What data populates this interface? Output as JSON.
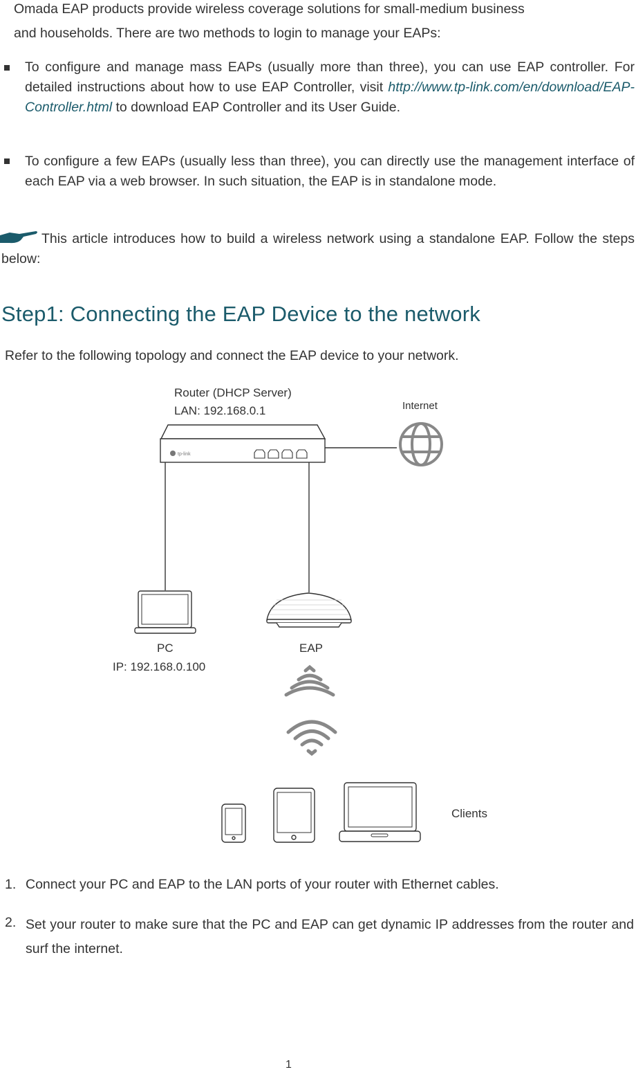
{
  "intro": {
    "line1": "Omada EAP products provide wireless coverage solutions for small-medium business",
    "line2": "and households. There are two methods to login to manage your EAPs:"
  },
  "bullets": [
    {
      "before": "To configure and manage mass EAPs (usually more than three), you can use  EAP controller. For detailed instructions about how to use EAP Controller, visit ",
      "link": "http://www.tp-link.com/en/download/EAP-Controller.html",
      "after": " to download EAP Controller and its User Guide."
    },
    {
      "text": "To configure a few EAPs (usually less than three), you can directly use the management interface of each EAP via a web browser. In such situation, the EAP is in standalone mode."
    }
  ],
  "note": {
    "icon": "pointing-hand-icon",
    "text": "This article introduces how to build a wireless network using a standalone EAP. Follow the steps below:"
  },
  "step1": {
    "heading": "Step1: Connecting the EAP Device to the network",
    "intro": "Refer to the following topology and connect the EAP device to your network."
  },
  "diagram": {
    "router_label": "Router (DHCP Server)",
    "router_lan": "LAN: 192.168.0.1",
    "router_brand": "tp-link",
    "internet_label": "Internet",
    "pc_label": "PC",
    "pc_ip": "IP: 192.168.0.100",
    "eap_label": "EAP",
    "clients_label": "Clients",
    "colors": {
      "line": "#333333",
      "device_fill": "#ffffff",
      "globe": "#888888",
      "accent": "#1b5b6b"
    }
  },
  "steps": [
    {
      "num": "1.",
      "text": "Connect your PC and EAP to the LAN ports of your router with Ethernet cables."
    },
    {
      "num": "2.",
      "text": "Set your router to make sure that the PC and EAP can get dynamic IP addresses from the router and surf the internet."
    }
  ],
  "page_number": "1"
}
